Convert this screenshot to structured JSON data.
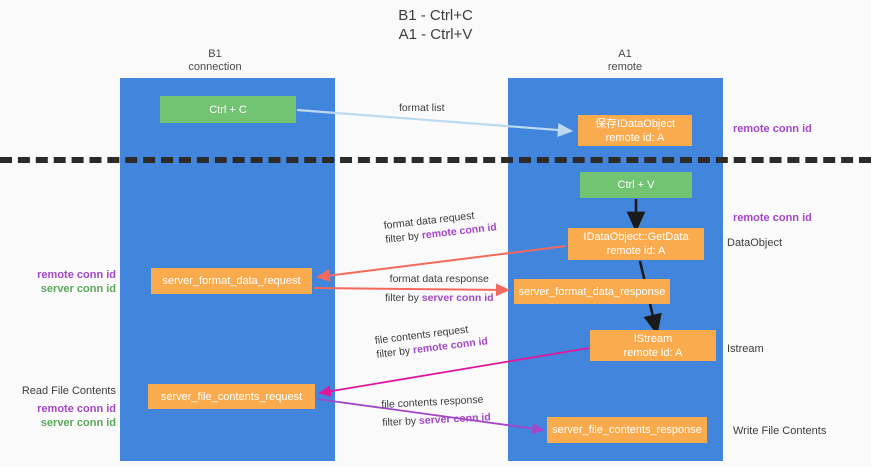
{
  "title": {
    "line1": "B1 - Ctrl+C",
    "line2": "A1 - Ctrl+V"
  },
  "columns": [
    {
      "id": "b1",
      "name": "B1",
      "sub": "connection"
    },
    {
      "id": "a1",
      "name": "A1",
      "sub": "remote"
    }
  ],
  "nodes": {
    "ctrl_c": {
      "label": "Ctrl + C",
      "color": "#72c472"
    },
    "save_dataobject": {
      "label": "保存IDataObject",
      "sub": "remote id: A",
      "color": "#f9ab4e"
    },
    "ctrl_v": {
      "label": "Ctrl + V",
      "color": "#72c472"
    },
    "getdata": {
      "label": "IDataObject::GetData",
      "sub": "remote id: A",
      "color": "#f9ab4e"
    },
    "server_format_data_request": {
      "label": "server_format_data_request",
      "color": "#f9ab4e"
    },
    "server_format_data_response": {
      "label": "server_format_data_response",
      "color": "#f9ab4e"
    },
    "istream": {
      "label": "IStream",
      "sub": "remote id: A",
      "color": "#f9ab4e"
    },
    "server_file_contents_request": {
      "label": "server_file_contents_request",
      "color": "#f9ab4e"
    },
    "server_file_contents_response": {
      "label": "server_file_contents_response",
      "color": "#f9ab4e"
    }
  },
  "edge_labels": {
    "format_list": "format list",
    "format_data_request": "format data request",
    "format_data_request_filter_prefix": "filter by ",
    "format_data_request_filter_key": "remote conn id",
    "format_data_response": "format data response",
    "format_data_response_filter_prefix": "filter by ",
    "format_data_response_filter_key": "server conn id",
    "file_contents_request": "file contents request",
    "file_contents_request_filter_prefix": "filter by ",
    "file_contents_request_filter_key": "remote conn id",
    "file_contents_response": "file contents response",
    "file_contents_response_filter_prefix": "filter by ",
    "file_contents_response_filter_key": "server conn id"
  },
  "annotations": {
    "remote_conn_id_top": "remote conn id",
    "remote_conn_id_mid": "remote conn id",
    "dataobject": "DataObject",
    "istream": "Istream",
    "write_file_contents": "Write File Contents",
    "read_file_contents": "Read File Contents",
    "left_remote_conn_id_1": "remote conn id",
    "left_server_conn_id_1": "server conn id",
    "left_remote_conn_id_2": "remote conn id",
    "left_server_conn_id_2": "server conn id"
  },
  "colors": {
    "lane": "#4285dd",
    "node_green": "#72c472",
    "node_orange": "#f9ab4e",
    "accent_purple": "#a347c7",
    "accent_green": "#5aa85a",
    "arrow_lightblue": "#bcd9f2",
    "arrow_red": "#f4695d",
    "arrow_magenta": "#e0169c",
    "arrow_violet": "#a347c7",
    "arrow_black": "#1a1a1a",
    "divider": "#2b2b2b",
    "background": "#fafafa"
  }
}
